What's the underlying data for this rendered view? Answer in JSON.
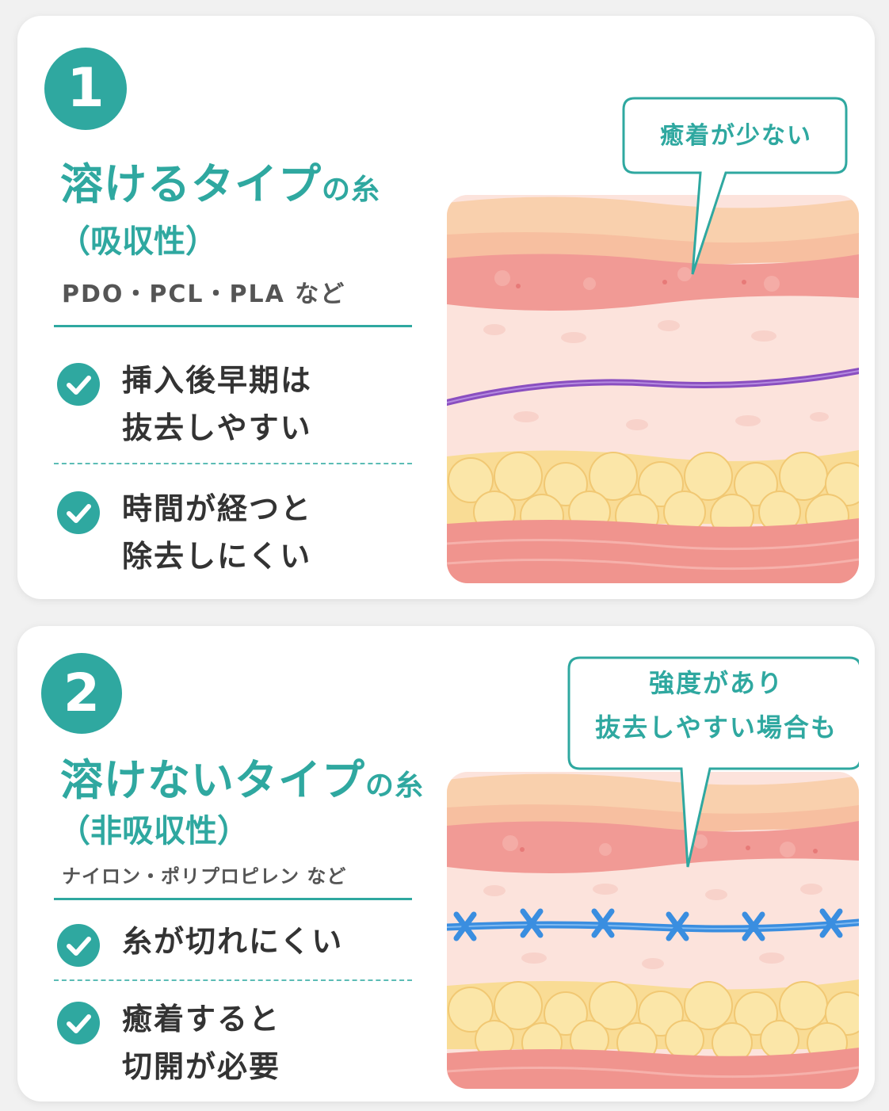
{
  "panels": [
    {
      "number": "1",
      "title_main": "溶けるタイプ",
      "title_suffix": "の糸",
      "subtitle": "（吸収性）",
      "materials": "PDO・PCL・PLA など",
      "features": [
        "挿入後早期は\n抜去しやすい",
        "時間が経つと\n除去しにくい"
      ],
      "callout": "癒着が少ない",
      "thread_color": "#8a4fc0"
    },
    {
      "number": "2",
      "title_main": "溶けないタイプ",
      "title_suffix": "の糸",
      "subtitle": "（非吸収性）",
      "materials": "ナイロン・ポリプロピレン など",
      "features": [
        "糸が切れにくい",
        "癒着すると\n切開が必要"
      ],
      "callout": "強度があり\n抜去しやすい場合も",
      "thread_color": "#3a8ee0"
    }
  ],
  "colors": {
    "accent": "#2fa8a0",
    "skin_top": "#f7c9a3",
    "dermis": "#f19a95",
    "tissue": "#fce3dc",
    "fat": "#f9dc95",
    "muscle": "#f0948e"
  }
}
